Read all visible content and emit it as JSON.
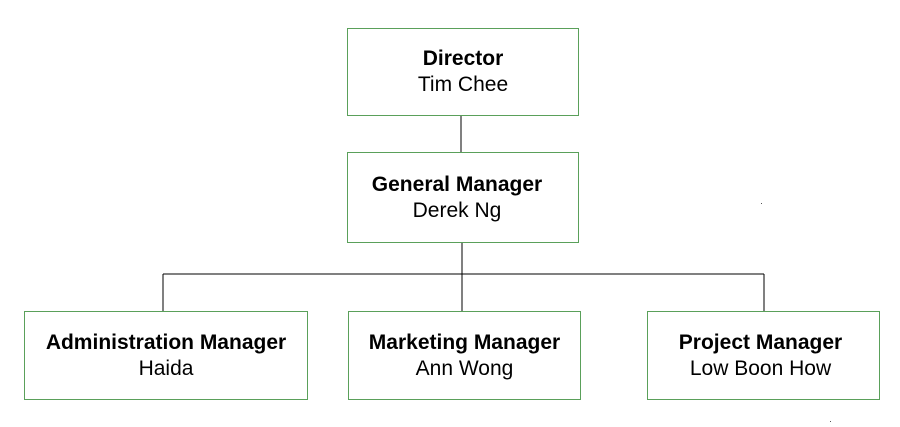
{
  "org_chart": {
    "director": {
      "role": "Director",
      "name": "Tim Chee"
    },
    "general_manager": {
      "role": "General Manager",
      "name": "Derek Ng"
    },
    "managers": [
      {
        "role": "Administration Manager",
        "name": "Haida"
      },
      {
        "role": "Marketing Manager",
        "name": "Ann Wong"
      },
      {
        "role": "Project Manager",
        "name": "Low Boon How"
      }
    ]
  },
  "colors": {
    "box_border": "#5aa05a",
    "connector": "#000000",
    "text": "#000000",
    "background": "#ffffff"
  }
}
